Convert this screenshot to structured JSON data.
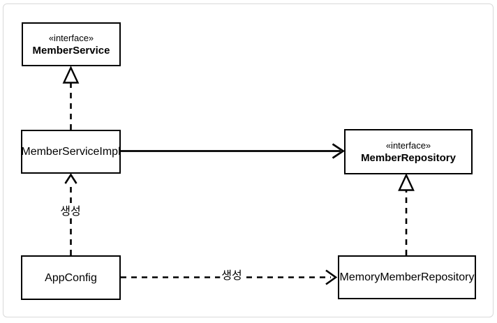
{
  "diagram": {
    "type": "uml-class-diagram",
    "background_color": "#ffffff",
    "frame_border_color": "#d9d9d9",
    "line_color": "#000000",
    "nodes": {
      "member_service": {
        "stereotype": "«interface»",
        "name": "MemberService"
      },
      "member_service_impl": {
        "name": "MemberServiceImpl"
      },
      "member_repository": {
        "stereotype": "«interface»",
        "name": "MemberRepository"
      },
      "app_config": {
        "name": "AppConfig"
      },
      "memory_member_repository": {
        "name": "MemoryMemberRepository"
      }
    },
    "edges": [
      {
        "from": "MemberServiceImpl",
        "to": "MemberService",
        "kind": "realization",
        "style": "dashed",
        "arrowhead": "hollow-triangle",
        "label": ""
      },
      {
        "from": "MemberServiceImpl",
        "to": "MemberRepository",
        "kind": "dependency",
        "style": "solid",
        "arrowhead": "open-chevron",
        "label": ""
      },
      {
        "from": "MemoryMemberRepository",
        "to": "MemberRepository",
        "kind": "realization",
        "style": "dashed",
        "arrowhead": "hollow-triangle",
        "label": ""
      },
      {
        "from": "AppConfig",
        "to": "MemberServiceImpl",
        "kind": "create",
        "style": "dashed",
        "arrowhead": "open-chevron",
        "label": "생성"
      },
      {
        "from": "AppConfig",
        "to": "MemoryMemberRepository",
        "kind": "create",
        "style": "dashed",
        "arrowhead": "open-chevron",
        "label": "생성"
      }
    ]
  }
}
